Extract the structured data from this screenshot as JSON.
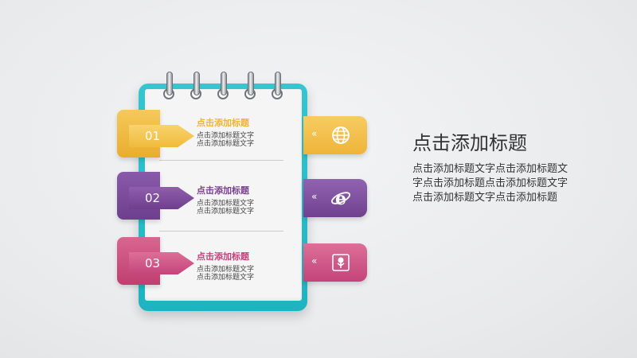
{
  "items": [
    {
      "number": "01",
      "title": "点击添加标题",
      "desc": [
        "点击添加标题文字",
        "点击添加标题文字"
      ],
      "color": "#f0bb3c"
    },
    {
      "number": "02",
      "title": "点击添加标题",
      "desc": [
        "点击添加标题文字",
        "点击添加标题文字"
      ],
      "color": "#7b4a9a"
    },
    {
      "number": "03",
      "title": "点击添加标题",
      "desc": [
        "点击添加标题文字",
        "点击添加标题文字"
      ],
      "color": "#c8477a"
    }
  ],
  "side_tabs": [
    {
      "chevron": "«",
      "icon": "globe-icon",
      "color": "#f0bb3c"
    },
    {
      "chevron": "«",
      "icon": "internet-explorer-icon",
      "color": "#7b4a9a"
    },
    {
      "chevron": "«",
      "icon": "flower-icon",
      "color": "#c8477a"
    }
  ],
  "main": {
    "title": "点击添加标题",
    "body": "点击添加标题文字点击添加标题文字点击添加标题点击添加标题文字点击添加标题文字点击添加标题"
  }
}
